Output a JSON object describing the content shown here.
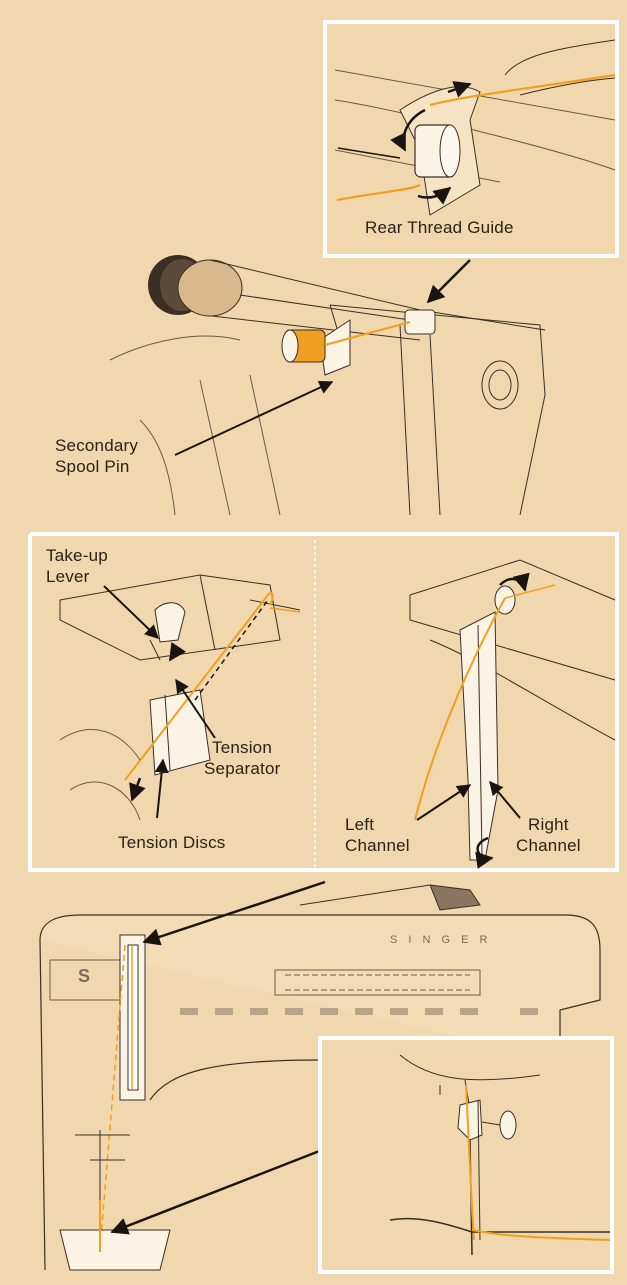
{
  "labels": {
    "rear_thread_guide": "Rear Thread Guide",
    "secondary_spool_pin_1": "Secondary",
    "secondary_spool_pin_2": "Spool Pin",
    "take_up_lever_1": "Take-up",
    "take_up_lever_2": "Lever",
    "tension_separator_1": "Tension",
    "tension_separator_2": "Separator",
    "tension_discs": "Tension Discs",
    "left_channel_1": "Left",
    "left_channel_2": "Channel",
    "right_channel_1": "Right",
    "right_channel_2": "Channel"
  },
  "machine_brand": "S I N G E R",
  "machine_logo": "S",
  "colors": {
    "background": "#f0d7ad",
    "thread": "#f0a020",
    "line": "#3a2e25",
    "panel_border": "#ffffff"
  }
}
